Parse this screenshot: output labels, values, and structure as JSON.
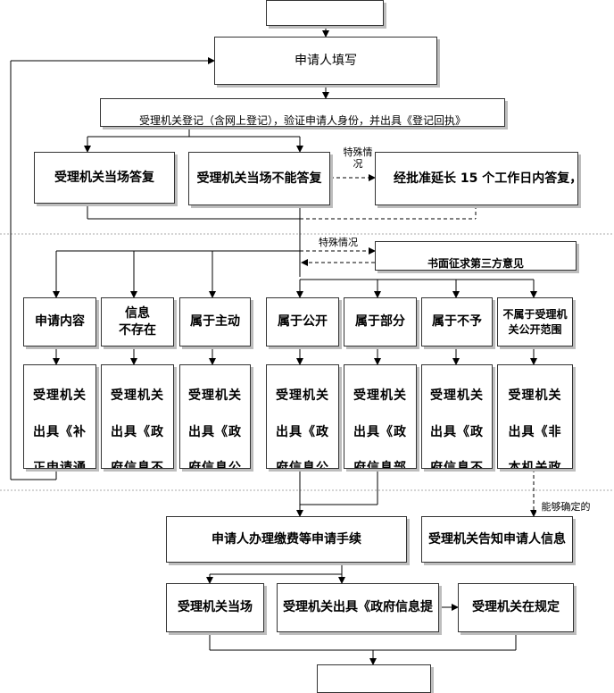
{
  "boxes": {
    "start": "",
    "apply": "申请人填写",
    "register": "受理机关登记（含网上登记），验证申请人身份，并出具《登记回执》",
    "reply_now": "受理机关当场答复",
    "cannot_reply": "受理机关当场不能答复",
    "extend": "经批准延长 15 个工作日内答复，",
    "third_party": "书面征求第三方意见",
    "c1": "申请内容",
    "c2_line1": "信息",
    "c2_line2": "不存在",
    "c3": "属于主动",
    "c4": "属于公开",
    "c5": "属于部分",
    "c6": "属于不予",
    "c7": "不属于受理机关公开范围",
    "fees": "申请人办理缴费等申请手续",
    "notify": "受理机关告知申请人信息",
    "onsite": "受理机关当场",
    "issue_notice": "受理机关出具《政府信息提",
    "deadline": "受理机关在规定",
    "end": ""
  },
  "tall_boxes": [
    {
      "l1": "受理机关",
      "l2": "出具《补",
      "l3": "正申请通"
    },
    {
      "l1": "受理机关",
      "l2": "出具《政",
      "l3": "府信息不"
    },
    {
      "l1": "受理机关",
      "l2": "出具《政",
      "l3": "府信息公"
    },
    {
      "l1": "受理机关",
      "l2": "出具《政",
      "l3": "府信息公"
    },
    {
      "l1": "受理机关",
      "l2": "出具《政",
      "l3": "府信息部"
    },
    {
      "l1": "受理机关",
      "l2": "出具《政",
      "l3": "府信息不"
    },
    {
      "l1": "受理机关",
      "l2": "出具《非",
      "l3": "本机关政"
    }
  ],
  "labels": {
    "special1": "特殊情况",
    "special2": "特殊情况",
    "can_determine": "能够确定的"
  }
}
